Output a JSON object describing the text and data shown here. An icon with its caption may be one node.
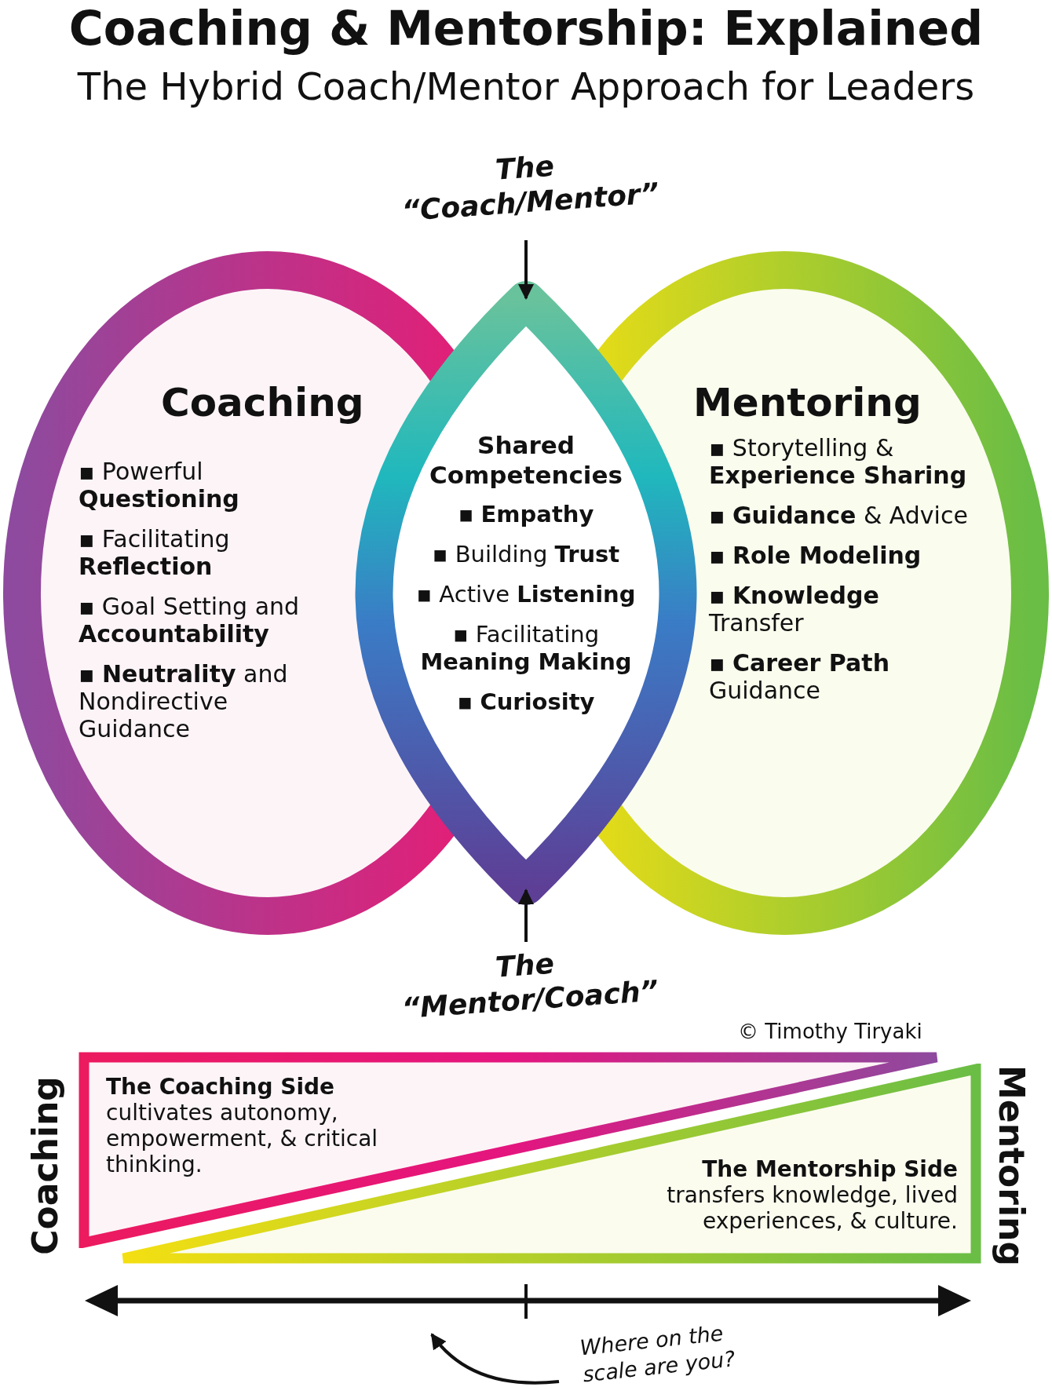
{
  "diagram": {
    "title": "Coaching & Mentorship: Explained",
    "nodes": [
      {
        "text": [
          "Coaching",
          "▪ Powerful **Questioning**",
          "▪ Facilitating **Reflection**",
          "▪ Goal Setting and **Accountability**",
          "▪ **Neutrality** and Nondirective Guidance"
        ]
      },
      {
        "text": [
          "Mentoring",
          "▪ Storytelling & **Experience Sharing**",
          "▪ **Guidance** & Advice",
          "▪ **Role Modeling**",
          "▪ **Knowledge** Transfer",
          "▪ **Career Path** Guidance"
        ]
      },
      {
        "text": [
          "Shared Competencies",
          "▪ **Empathy**",
          "▪ Building **Trust**",
          "▪ Active **Listening**",
          "▪ Facilitating **Meaning Making**",
          "▪ **Curiosity**"
        ]
      },
      {
        "text": [
          "The “Coach/Mentor”"
        ]
      },
      {
        "text": [
          "The “Mentor/Coach”"
        ]
      },
      {
        "text": [
          "**The Coaching Side** cultivates autonomy, empowerment, & critical thinking."
        ],
        "beside": [
          "Coaching"
        ]
      },
      {
        "text": [
          "**The Mentorship Side** transfers knowledge, lived experiences, & culture."
        ],
        "beside": [
          "Mentoring"
        ]
      },
      {
        "text": [
          "Where on the scale are you?"
        ]
      }
    ],
    "edges": [
      {
        "from": 3,
        "to": 2,
        "arrow": "to"
      },
      {
        "from": 4,
        "to": 2,
        "arrow": "to"
      },
      {
        "from": 7,
        "to": null,
        "arrow": "to"
      }
    ],
    "labels": [
      "The Hybrid Coach/Mentor Approach for Leaders",
      "© Timothy Tiryaki"
    ]
  }
}
